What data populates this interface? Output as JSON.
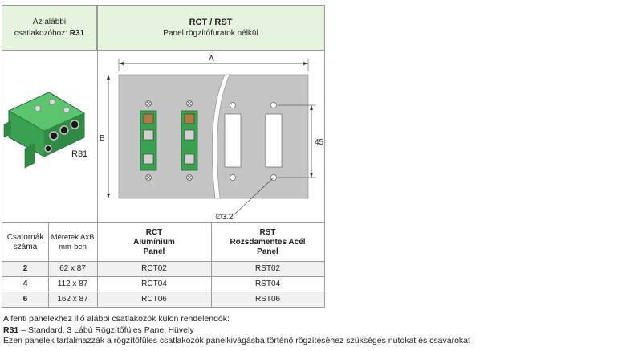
{
  "header": {
    "left_line1": "Az alábbi",
    "left_line2": "csatlakozóhoz:",
    "left_code": "R31",
    "right_title": "RCT / RST",
    "right_subtitle": "Panel rögzítőfuratok nélkül"
  },
  "photo": {
    "label": "R31"
  },
  "drawing": {
    "dim_a": "A",
    "dim_b": "B",
    "dim_45": "45",
    "dim_hole": "∅3.2"
  },
  "table": {
    "col1_header": "Csatornák száma",
    "col2_header": "Méretek AxB mm-ben",
    "col3_header": [
      "RCT",
      "Alumínium",
      "Panel"
    ],
    "col4_header": [
      "RST",
      "Rozsdamentes Acél",
      "Panel"
    ],
    "rows": [
      {
        "channels": "2",
        "size": "62 x 87",
        "rct": "RCT02",
        "rst": "RST02"
      },
      {
        "channels": "4",
        "size": "112 x 87",
        "rct": "RCT04",
        "rst": "RST04"
      },
      {
        "channels": "6",
        "size": "162 x 87",
        "rct": "RCT06",
        "rst": "RST06"
      }
    ]
  },
  "footer": {
    "line1": "A fenti panelekhez illő alábbi csatlakozók külön rendelendők:",
    "line2_code": "R31",
    "line2_text": " – Standard, 3 Lábú Rögzítőfüles Panel Hüvely",
    "line3": "Ezen panelek tartalmazzák a rögzítőfüles csatlakozók panelkivágásba történő rögzítéséhez szükséges nutokat és csavarokat"
  }
}
